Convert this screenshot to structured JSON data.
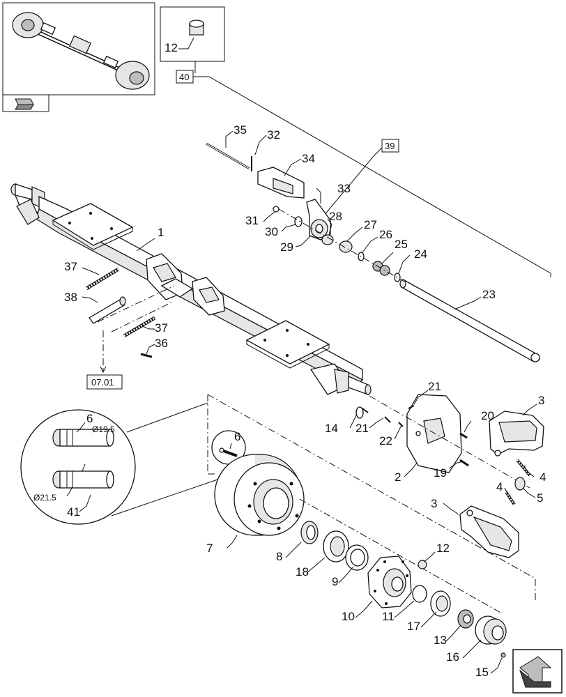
{
  "callouts": {
    "c1": "1",
    "c2": "2",
    "c3a": "3",
    "c3b": "3",
    "c4a": "4",
    "c4b": "4",
    "c5": "5",
    "c6a": "6",
    "c6b": "6",
    "c7": "7",
    "c8": "8",
    "c9": "9",
    "c10": "10",
    "c11": "11",
    "c12a": "12",
    "c12b": "12",
    "c13": "13",
    "c14": "14",
    "c15": "15",
    "c16": "16",
    "c17": "17",
    "c18": "18",
    "c19": "19",
    "c20": "20",
    "c21a": "21",
    "c21b": "21",
    "c22": "22",
    "c23": "23",
    "c24": "24",
    "c25": "25",
    "c26": "26",
    "c27": "27",
    "c28": "28",
    "c29": "29",
    "c30": "30",
    "c31": "31",
    "c32": "32",
    "c33": "33",
    "c34": "34",
    "c35": "35",
    "c36": "36",
    "c37a": "37",
    "c37b": "37",
    "c38": "38",
    "c41": "41"
  },
  "boxed_refs": {
    "ref_40": "40",
    "ref_39": "39",
    "ref_0701": "07.01"
  },
  "dimensions": {
    "d195": "Ø19.5",
    "d215": "Ø21.5"
  },
  "icons": {
    "nav_icon": "prev-page-icon",
    "next_icon": "next-page-icon"
  },
  "colors": {
    "ink": "#111111",
    "paper": "#ffffff"
  }
}
